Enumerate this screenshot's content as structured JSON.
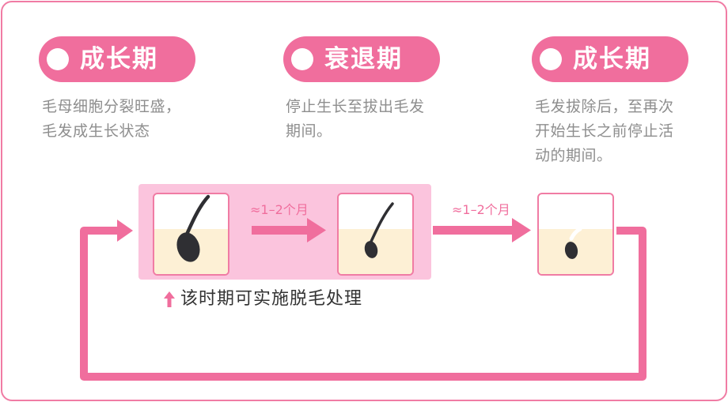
{
  "stages": [
    {
      "title": "成长期",
      "description": [
        "毛母细胞分裂旺盛，",
        "毛发成生长状态"
      ]
    },
    {
      "title": "衰退期",
      "description": [
        "停止生长至拔出毛发",
        "期间。"
      ]
    },
    {
      "title": "成长期",
      "description": [
        "毛发拔除后，至再次",
        "开始生长之前停止活",
        "动的期间。"
      ]
    }
  ],
  "intervals": [
    "≈1–2个月",
    "≈1–2个月"
  ],
  "note": "该时期可实施脱毛处理",
  "colors": {
    "accent": "#f06e9d",
    "border": "#f07ca4",
    "highlight": "#fbc4dd",
    "skin": "#fdf0d5",
    "hair": "#2f2f33",
    "text_gray": "#8e8e8e"
  }
}
